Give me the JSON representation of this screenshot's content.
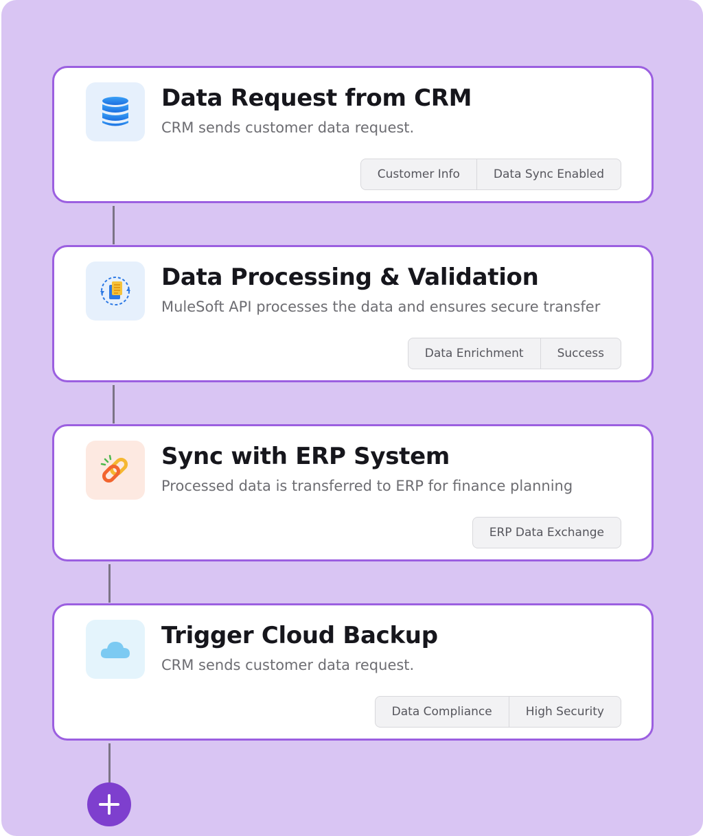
{
  "colors": {
    "background": "#d9c5f3",
    "card_border": "#9b5fe0",
    "connector": "#7b7485",
    "add_button": "#7e3fce"
  },
  "steps": [
    {
      "icon": "database-icon",
      "title": "Data Request from CRM",
      "description": "CRM sends customer data request.",
      "tags": [
        "Customer Info",
        "Data Sync Enabled"
      ]
    },
    {
      "icon": "document-sync-icon",
      "title": "Data Processing & Validation",
      "description": "MuleSoft API processes the data and ensures secure transfer",
      "tags": [
        "Data Enrichment",
        "Success"
      ]
    },
    {
      "icon": "link-icon",
      "title": "Sync with ERP System",
      "description": "Processed data is transferred to ERP for finance planning",
      "tags": [
        "ERP Data Exchange"
      ]
    },
    {
      "icon": "cloud-icon",
      "title": "Trigger Cloud Backup",
      "description": "CRM sends customer data request.",
      "tags": [
        "Data Compliance",
        "High Security"
      ]
    }
  ],
  "add_step": {
    "icon": "plus-icon"
  }
}
